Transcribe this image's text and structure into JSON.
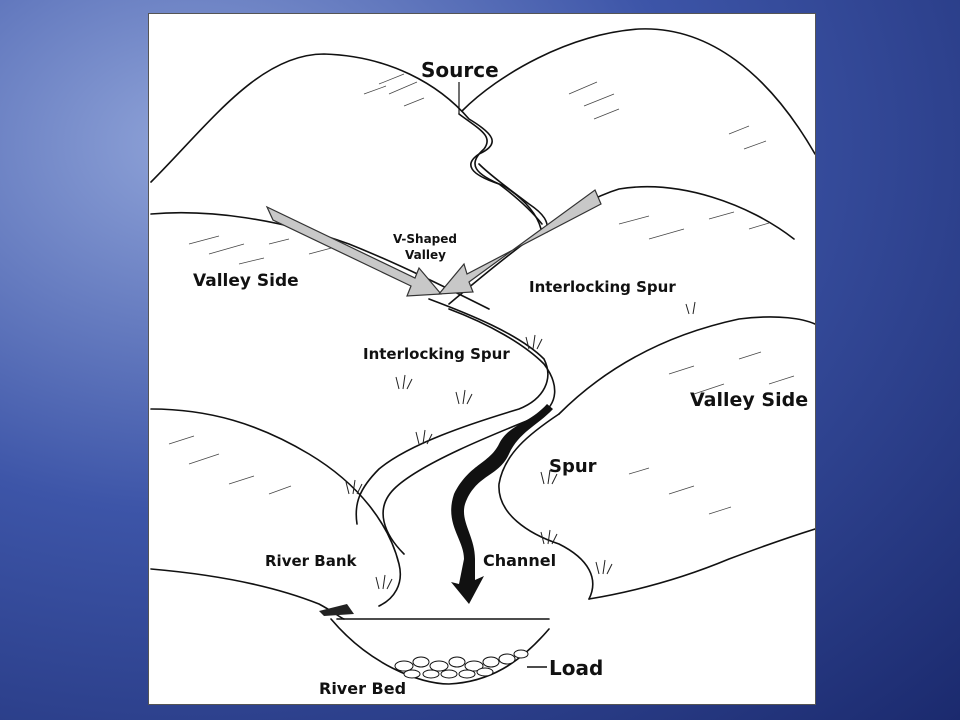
{
  "diagram": {
    "labels": {
      "source": "Source",
      "v_shaped_valley_line1": "V-Shaped",
      "v_shaped_valley_line2": "Valley",
      "valley_side_left": "Valley Side",
      "valley_side_right": "Valley Side",
      "interlocking_spur_right": "Interlocking Spur",
      "interlocking_spur_left": "Interlocking Spur",
      "spur": "Spur",
      "river_bank": "River Bank",
      "channel": "Channel",
      "load": "Load",
      "river_bed": "River Bed"
    },
    "colors": {
      "background_top": "#8fa3d8",
      "background_bottom": "#1b2a6e",
      "arrow_fill": "#c8c8c8",
      "ink": "#111111"
    }
  }
}
